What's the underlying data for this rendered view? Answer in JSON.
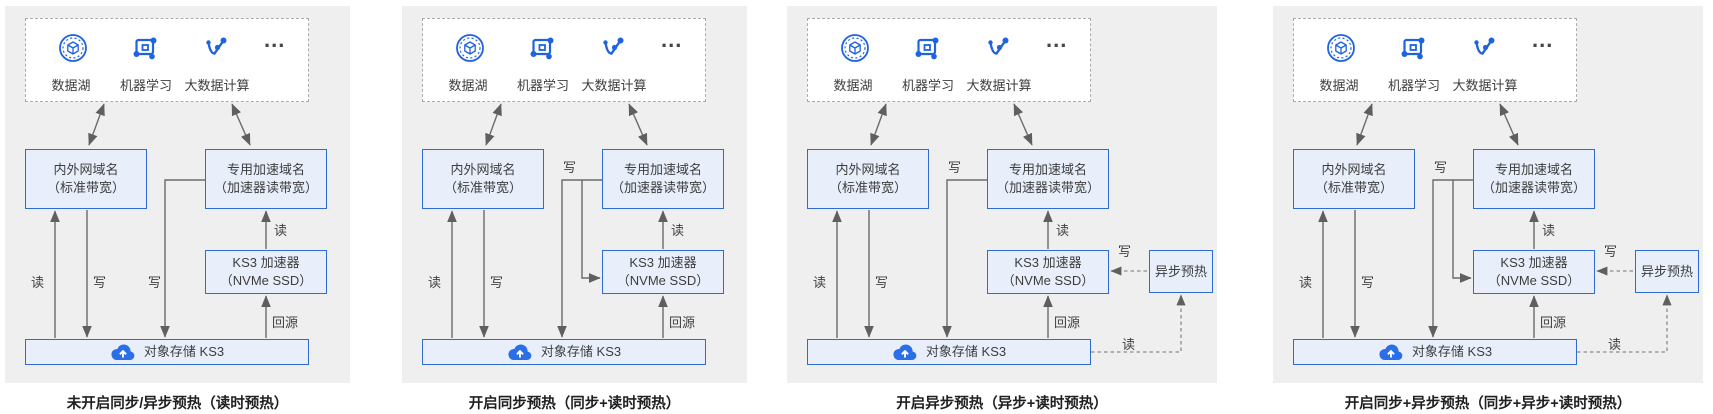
{
  "shared": {
    "apps": {
      "items": [
        {
          "name": "datalake",
          "label": "数据湖"
        },
        {
          "name": "machine-learning",
          "label": "机器学习"
        },
        {
          "name": "bigdata-compute",
          "label": "大数据计算"
        }
      ],
      "more": "..."
    },
    "boxes": {
      "domain_standard": {
        "line1": "内外网域名",
        "line2": "（标准带宽）"
      },
      "domain_accel": {
        "line1": "专用加速域名",
        "line2": "（加速器读带宽）"
      },
      "accelerator": {
        "line1": "KS3 加速器",
        "line2": "（NVMe SSD）"
      },
      "object_storage": {
        "label": "对象存储 KS3"
      },
      "async_preheat": {
        "label": "异步预热"
      }
    },
    "edge_labels": {
      "read": "读",
      "write": "写",
      "origin_fetch": "回源"
    }
  },
  "panels": [
    {
      "caption": "未开启同步/异步预热（读时预热）",
      "sync_preheat": false,
      "async_preheat": false
    },
    {
      "caption": "开启同步预热（同步+读时预热）",
      "sync_preheat": true,
      "async_preheat": false
    },
    {
      "caption": "开启异步预热（异步+读时预热）",
      "sync_preheat": false,
      "async_preheat": true
    },
    {
      "caption": "开启同步+异步预热（同步+异步+读时预热）",
      "sync_preheat": true,
      "async_preheat": true
    }
  ],
  "colors": {
    "panel_bg": "#efefef",
    "box_fill": "#e8effb",
    "box_border": "#2f6cd2",
    "icon_blue": "#1f63e0",
    "cloud_blue": "#2a6ee8",
    "arrow_gray": "#6b6b6b",
    "dashed_gray": "#8c8c8c",
    "text": "#3d3d3d",
    "caption_text": "#1f1f1f"
  }
}
